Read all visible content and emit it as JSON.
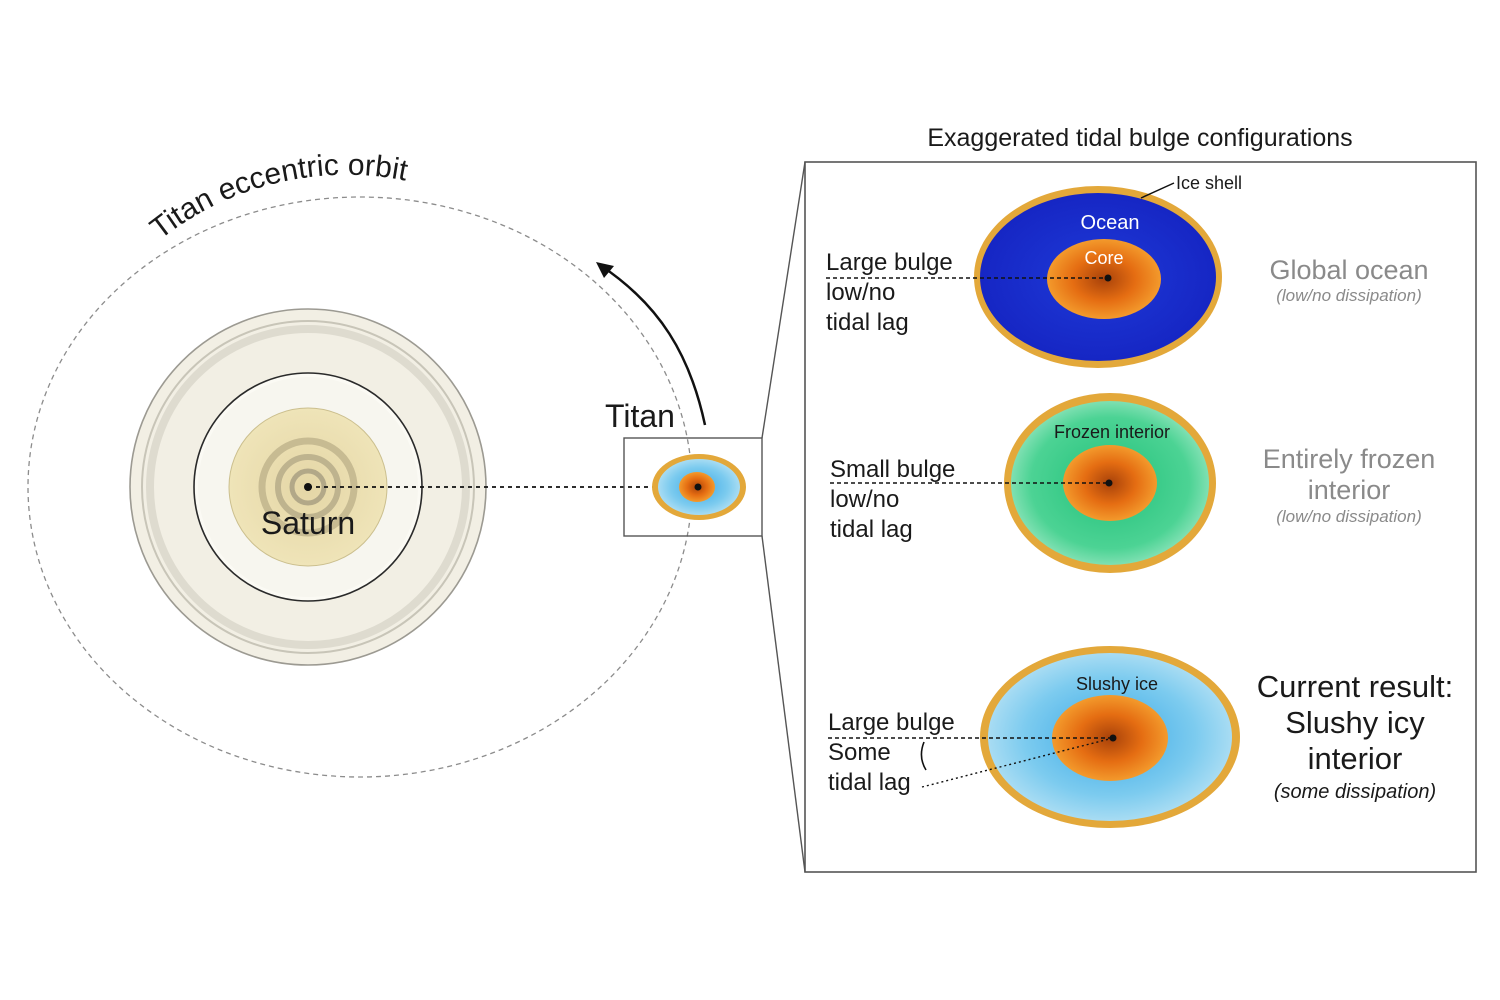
{
  "orbit": {
    "label": "Titan eccentric orbit"
  },
  "saturn": {
    "label": "Saturn"
  },
  "titan": {
    "label": "Titan"
  },
  "panel": {
    "title": "Exaggerated tidal bulge configurations",
    "ice_shell_label": "Ice shell",
    "configs": [
      {
        "layer_label": "Ocean",
        "core_label": "Core",
        "bulge": [
          "Large bulge",
          "low/no",
          "tidal lag"
        ],
        "result": [
          "Global ocean"
        ],
        "dissipation": "(low/no dissipation)"
      },
      {
        "layer_label": "Frozen interior",
        "bulge": [
          "Small bulge",
          "low/no",
          "tidal lag"
        ],
        "result": [
          "Entirely frozen",
          "interior"
        ],
        "dissipation": "(low/no dissipation)"
      },
      {
        "layer_label": "Slushy ice",
        "bulge": [
          "Large bulge",
          "Some",
          "tidal lag"
        ],
        "result": [
          "Current result:",
          "Slushy icy",
          "interior"
        ],
        "dissipation": "(some dissipation)"
      }
    ]
  },
  "colors": {
    "ice_shell": "#e3a83a",
    "ocean": "#1c2fd0",
    "frozen": "#38c886",
    "slushy": "#6cc4ec",
    "core": "#e06a12",
    "saturn_body": "#ece1b4",
    "rings": "#f1eee2"
  }
}
